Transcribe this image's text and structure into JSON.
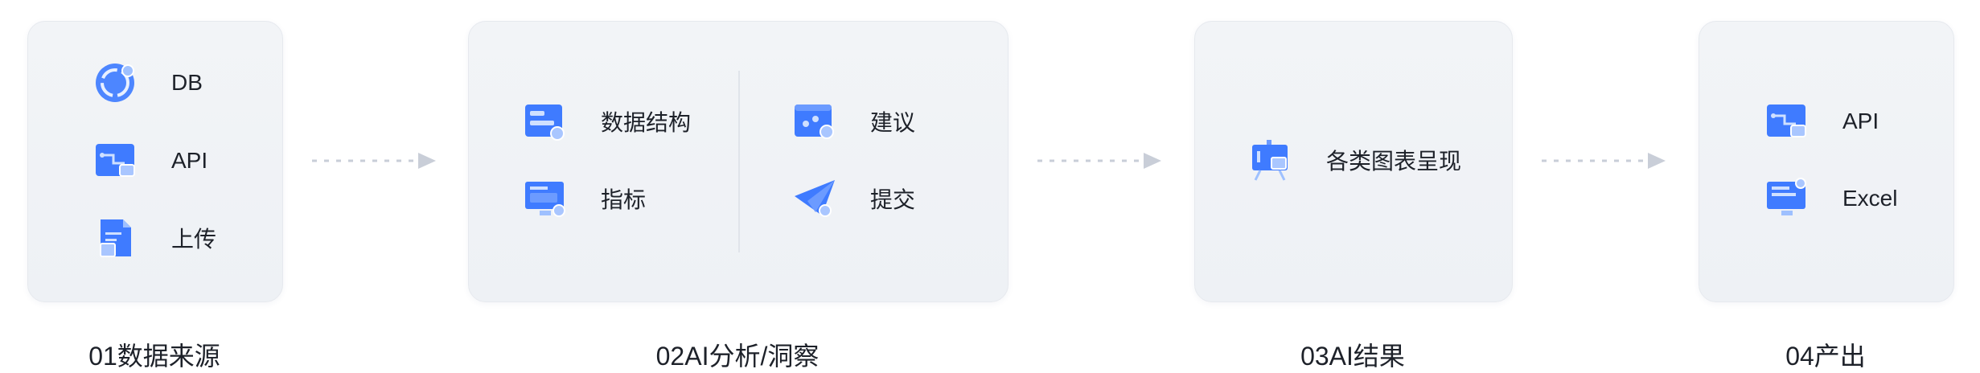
{
  "stages": [
    {
      "title": "01数据来源",
      "items": [
        {
          "label": "DB",
          "icon": "database-icon"
        },
        {
          "label": "API",
          "icon": "api-icon"
        },
        {
          "label": "上传",
          "icon": "upload-icon"
        }
      ]
    },
    {
      "title": "02AI分析/洞察",
      "items": [
        {
          "label": "数据结构",
          "icon": "data-structure-icon"
        },
        {
          "label": "指标",
          "icon": "metrics-icon"
        },
        {
          "label": "建议",
          "icon": "suggestion-icon"
        },
        {
          "label": "提交",
          "icon": "submit-icon"
        }
      ]
    },
    {
      "title": "03AI结果",
      "items": [
        {
          "label": "各类图表呈现",
          "icon": "chart-board-icon"
        }
      ]
    },
    {
      "title": "04产出",
      "items": [
        {
          "label": "API",
          "icon": "api-icon"
        },
        {
          "label": "Excel",
          "icon": "excel-monitor-icon"
        }
      ]
    }
  ],
  "colors": {
    "accent": "#2f6bff",
    "card": "#f0f2f6",
    "arrow": "#c9ced8"
  }
}
